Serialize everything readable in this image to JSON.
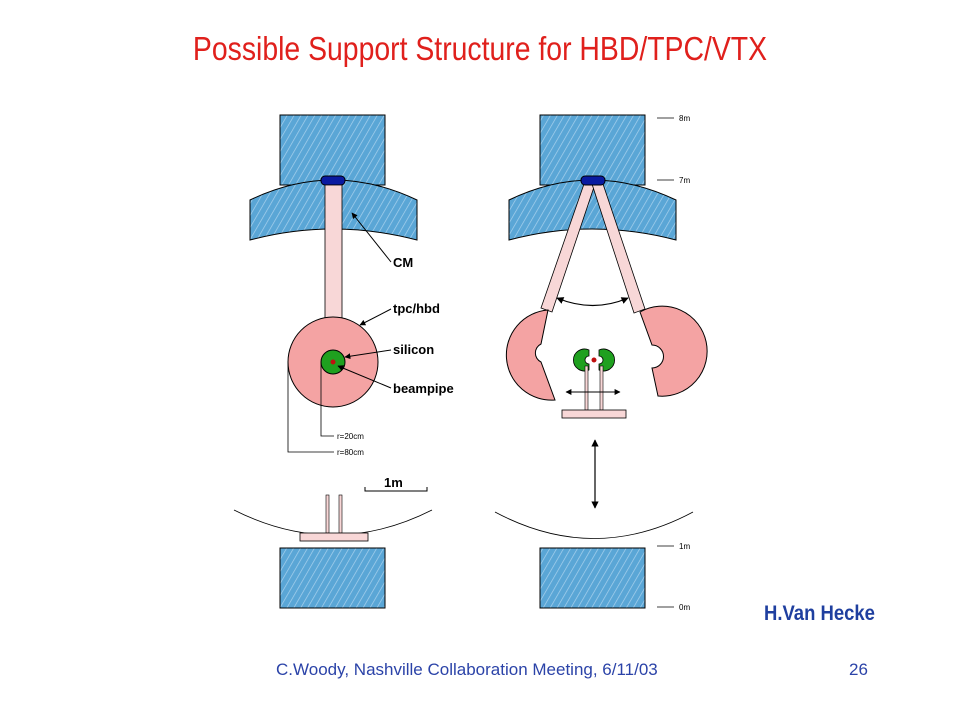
{
  "slide": {
    "title": "Possible Support Structure for HBD/TPC/VTX",
    "author": "H.Van Hecke",
    "footer": "C.Woody, Nashville Collaboration Meeting, 6/11/03",
    "page_number": "26"
  },
  "diagram": {
    "labels": {
      "cm": "CM",
      "tpc_hbd": "tpc/hbd",
      "silicon": "silicon",
      "beampipe": "beampipe",
      "r_inner": "r=20cm",
      "r_outer": "r=80cm",
      "scale_bar": "1m"
    },
    "height_scale": [
      "8m",
      "7m",
      "1m",
      "0m"
    ],
    "colors": {
      "magnet": "#5aa6d6",
      "hatch": "#9cc8e8",
      "tpc": "#f4a3a3",
      "silicon": "#1fa01f",
      "support": "#f8d7d7",
      "coupler": "#0a1aa0"
    }
  }
}
